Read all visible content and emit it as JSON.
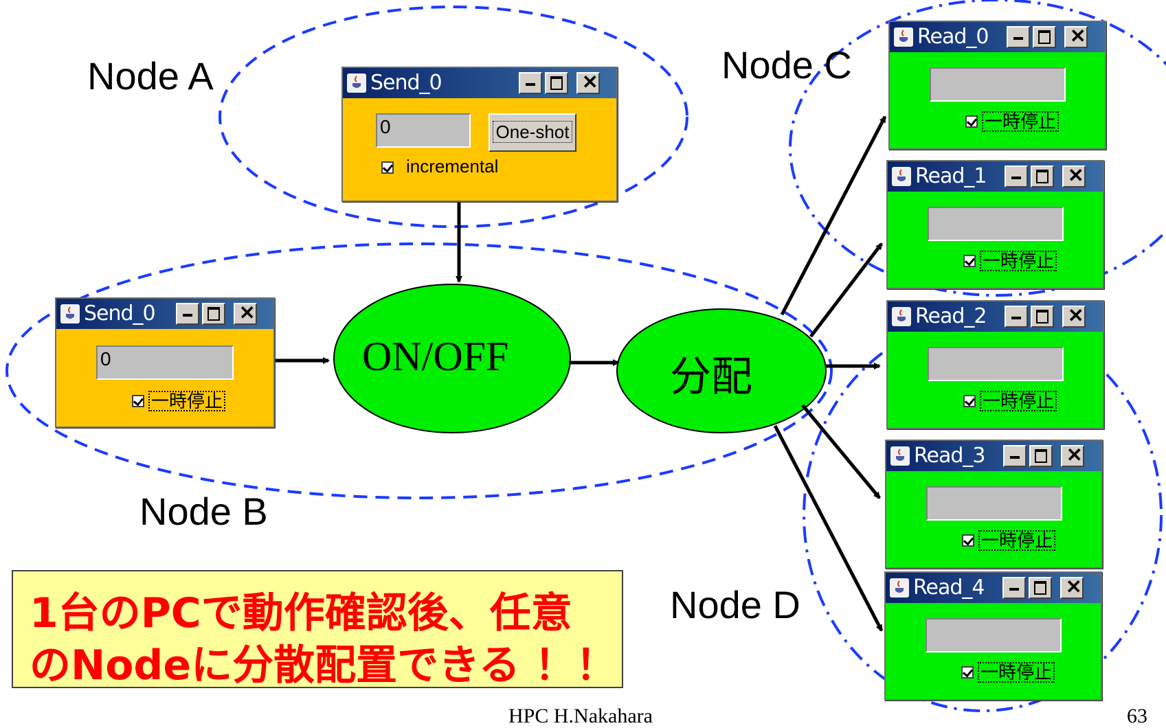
{
  "node_labels": {
    "a": "Node A",
    "b": "Node B",
    "c": "Node C",
    "d": "Node D"
  },
  "processes": {
    "onoff": "ON/OFF",
    "distribute": "分配"
  },
  "send_a": {
    "title": "Send_0",
    "value": "0",
    "button": "One-shot",
    "checkbox": "incremental",
    "checked": true
  },
  "send_b": {
    "title": "Send_0",
    "value": "0",
    "checkbox": "一時停止",
    "checked": true
  },
  "readers": [
    {
      "title": "Read_0",
      "value": "",
      "checkbox": "一時停止"
    },
    {
      "title": "Read_1",
      "value": "",
      "checkbox": "一時停止"
    },
    {
      "title": "Read_2",
      "value": "",
      "checkbox": "一時停止"
    },
    {
      "title": "Read_3",
      "value": "",
      "checkbox": "一時停止"
    },
    {
      "title": "Read_4",
      "value": "",
      "checkbox": "一時停止"
    }
  ],
  "callout": {
    "line1": "1台のPCで動作確認後、任意",
    "line2": "のNodeに分散配置できる ！！"
  },
  "footer": {
    "left": "HPC  H.Nakahara",
    "right": "63"
  },
  "colors": {
    "send_bg": "#ffc600",
    "read_bg": "#00ee00",
    "ellipse_fill": "#00ee00",
    "callout_bg": "#ffff99",
    "callout_text": "#ff0000",
    "node_dash": "#1a3bff"
  }
}
